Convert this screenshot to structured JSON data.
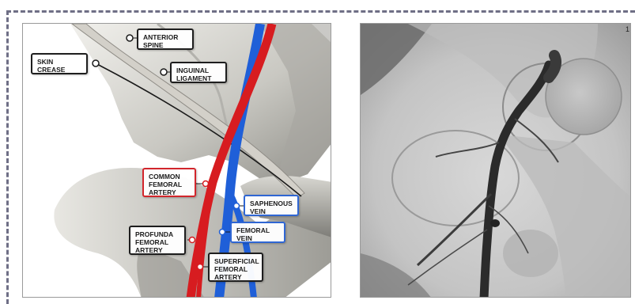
{
  "labels": {
    "anterior_spine": [
      "ANTERIOR",
      "SPINE"
    ],
    "skin_crease": [
      "SKIN",
      "CREASE"
    ],
    "inguinal_ligament": [
      "INGUINAL",
      "LIGAMENT"
    ],
    "common_femoral_artery": [
      "COMMON",
      "FEMORAL",
      "ARTERY"
    ],
    "saphenous_vein": [
      "SAPHENOUS",
      "VEIN"
    ],
    "femoral_vein": [
      "FEMORAL",
      "VEIN"
    ],
    "profunda_femoral_artery": [
      "PROFUNDA",
      "FEMORAL",
      "ARTERY"
    ],
    "superficial_femoral_artery": [
      "SUPERFICIAL",
      "FEMORAL",
      "ARTERY"
    ]
  },
  "xray_corner_number": "1",
  "colors": {
    "artery": "#d71c20",
    "vein": "#1f5fd8",
    "frame_dash": "#6f6f86",
    "artery_callout_border": "#d2262c",
    "vein_callout_border": "#2f66d3"
  },
  "icons": {
    "callout_marker": "circle-marker-icon"
  }
}
